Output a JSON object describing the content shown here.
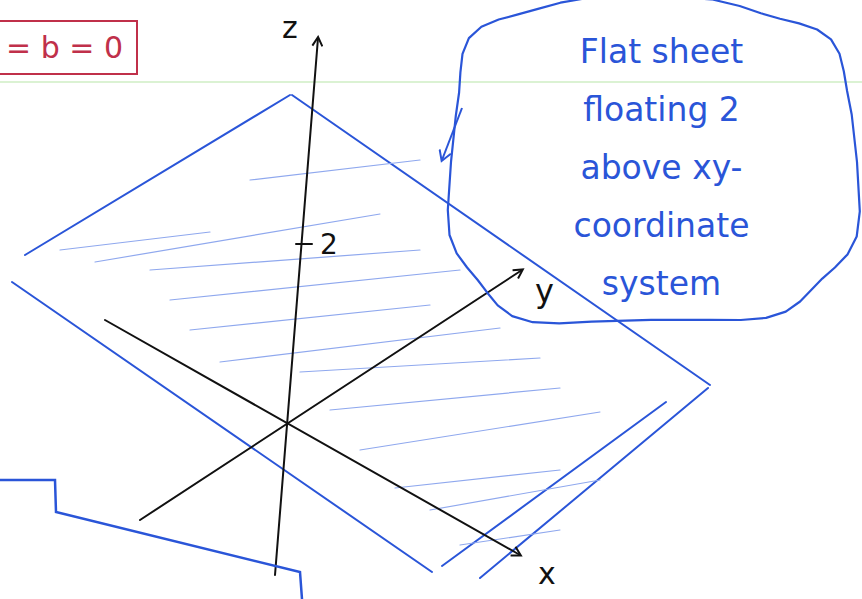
{
  "diagram": {
    "nodes": [
      {
        "text": [
          "= b = 0"
        ]
      },
      {
        "text": [
          "Flat sheet floating 2 above xy- coordinate system"
        ]
      }
    ],
    "labels": [
      "z",
      "2",
      "y",
      "x"
    ]
  }
}
